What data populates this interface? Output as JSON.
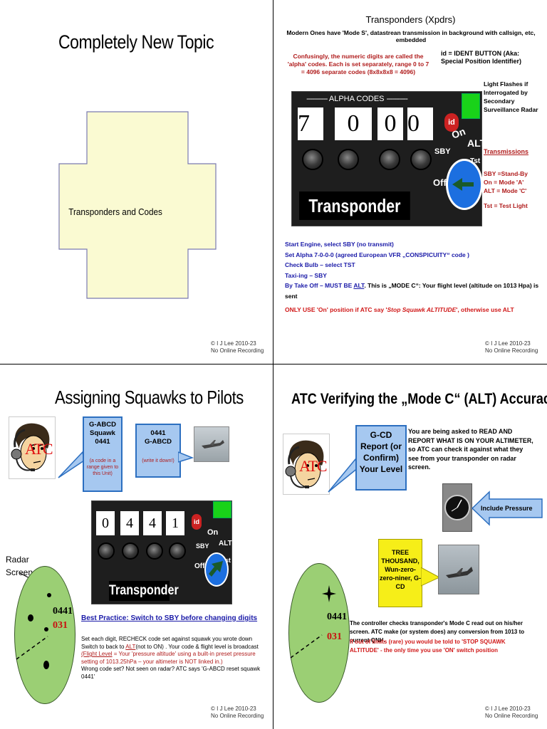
{
  "slide1": {
    "title": "Completely New Topic",
    "box_text": "Transponders and Codes",
    "copyright": "© I J Lee 2010-23",
    "no_recording": "No Online Recording"
  },
  "slide2": {
    "title": "Transponders (Xpdrs)",
    "subtitle": "Modern Ones have 'Mode S', datastrean transmission in background with callsign, etc, embedded",
    "alpha_note": "Confusingly, the numeric digits are called the 'alpha' codes. Each is set separately, range 0 to 7 = 4096 separate codes (8x8x8x8 = 4096)",
    "ident_note": "id = IDENT BUTTON (Aka: Special Position Identifier)",
    "light_note": "Light Flashes if Interrogated by Secondary Surveillance Radar",
    "transmissions_head": "Transmissions",
    "sby_line": "SBY =Stand-By",
    "on_line": "On   = Mode 'A'",
    "alt_line": "ALT = Mode 'C'",
    "tst_line": "Tst   = Test Light",
    "panel": {
      "alpha_label": "ALPHA CODES",
      "digits": [
        "7",
        "0",
        "0",
        "0"
      ],
      "ident": "id",
      "on": "On",
      "sby": "SBY",
      "alt": "ALT",
      "off": "Off",
      "tst": "Tst",
      "name": "Transponder"
    },
    "steps": [
      "Start Engine, select SBY (no transmit)",
      "Set Alpha 7-0-0-0 (agreed European VFR „CONSPICUITY“ code )",
      "Check Bulb – select TST",
      "Taxi-ing – SBY"
    ],
    "takeoff_a": "By Take Off – MUST BE ",
    "takeoff_alt": "ALT",
    "takeoff_b": ". This is „MODE C“: Your flight level (altitude on 1013 Hpa) is sent",
    "only_use_a": "ONLY USE 'On' position if ATC say '",
    "only_use_b": "Stop Squawk ALTITUDE",
    "only_use_c": "', otherwise use ALT",
    "copyright": "© I J Lee 2010-23",
    "no_recording": "No Online Recording"
  },
  "slide3": {
    "title": "Assigning Squawks to Pilots",
    "atc_label": "ATC",
    "bubble1_line1": "G-ABCD",
    "bubble1_line2": "Squawk",
    "bubble1_line3": "0441",
    "bubble1_note": "(a code in a range given to this Unit)",
    "bubble2_line1": "0441",
    "bubble2_line2": "G-ABCD",
    "bubble2_note": "(write it down!)",
    "radar_label_1": "Radar",
    "radar_label_2": "Screen",
    "radar_code": "0441",
    "radar_fl": "031",
    "panel": {
      "digits": [
        "0",
        "4",
        "4",
        "1"
      ],
      "ident": "id",
      "on": "On",
      "sby": "SBY",
      "alt": "ALT",
      "off": "Off",
      "tst": "Tst",
      "name": "Transponder"
    },
    "best_practice": "Best Practice: Switch to SBY before changing digits",
    "body_1": "Set each digit, RECHECK code set against squawk you wrote down",
    "body_2a": "Switch to back to ",
    "body_2b": "ALT",
    "body_2c": "(not to ON) . Your code & flight level is broadcast",
    "body_3a": "(Flight Level",
    "body_3b": " = Your 'pressure altitude' using a built-in preset pressure setting of 1013.25hPa – your altimeter is NOT linked in.)",
    "body_4": "Wrong code set? Not seen on radar? ATC says 'G-ABCD reset squawk 0441'",
    "copyright": "© I J Lee 2010-23",
    "no_recording": "No Online Recording"
  },
  "slide4": {
    "title": "ATC Verifying the „Mode C“ (ALT) Accuracy",
    "atc_label": "ATC",
    "bubble_text": "G-CD Report (or Confirm) Your Level",
    "read_text": "You are being asked to READ AND REPORT WHAT IS ON YOUR ALTIMETER, so ATC can check it against what they see from your transponder on radar screen.",
    "include_pressure": "Include Pressure",
    "yellow_text": "TREE THOUSAND, Wun-zero-zero-niner, G-CD",
    "radar_code": "0441",
    "radar_fl": "031",
    "controller_text": "The controller checks transponder's Mode C read out on his/her screen. ATC make (or system does) any conversion from 1013 to current QNH.",
    "limits_text": "If out of limits (rare) you would be told to 'STOP SQUAWK ALTITUDE' - the only time you use 'ON' switch position",
    "copyright": "© I J Lee 2010-23",
    "no_recording": "No Online Recording"
  },
  "colors": {
    "cream": "#fafad2",
    "blue_text": "#1a1aa8",
    "red_text": "#b01c1c",
    "bubble_blue": "#a6c8f0",
    "radar_green": "#9bcf74",
    "yellow": "#f6ee18"
  }
}
